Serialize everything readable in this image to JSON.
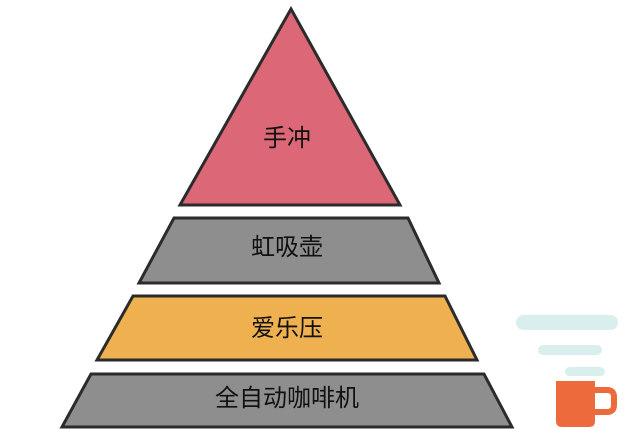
{
  "pyramid": {
    "tiers": [
      {
        "label": "手冲",
        "color": "#dc6777"
      },
      {
        "label": "虹吸壶",
        "color": "#8e8e8e"
      },
      {
        "label": "爱乐压",
        "color": "#efb04f"
      },
      {
        "label": "全自动咖啡机",
        "color": "#8e8e8e"
      }
    ],
    "outline_color": "#2b2b2b"
  },
  "icon": {
    "name": "coffee-cup-icon",
    "cup_color": "#ec6a3c",
    "steam_color": "#d9efee"
  }
}
